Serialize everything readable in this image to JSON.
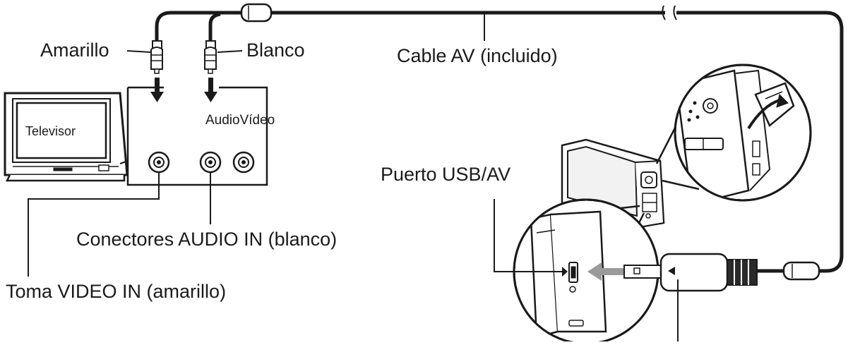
{
  "labels": {
    "amarillo": "Amarillo",
    "blanco": "Blanco",
    "cable_av": "Cable AV (incluido)",
    "televisor": "Televisor",
    "audio_video": "AudioVídeo",
    "puerto_usb_av": "Puerto USB/AV",
    "conectores_audio": "Conectores AUDIO IN (blanco)",
    "toma_video": "Toma VIDEO IN (amarillo)"
  },
  "colors": {
    "line": "#1a1a1a",
    "gray_arrow": "#9a9a9a"
  }
}
